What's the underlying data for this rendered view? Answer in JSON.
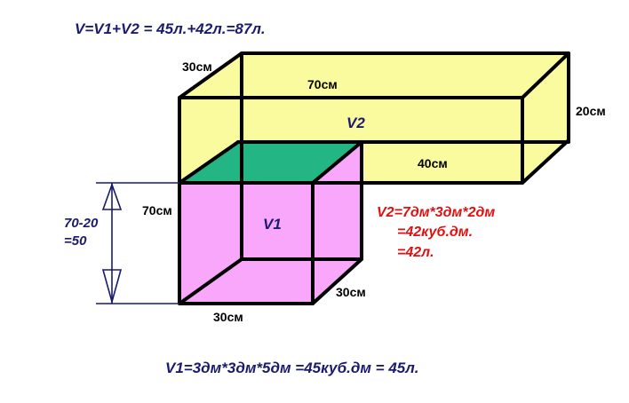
{
  "formulas": {
    "total": "V=V1+V2 = 45л.+42л.=87л.",
    "v1": "V1=3дм*3дм*5дм =45куб.дм = 45л.",
    "v2_line1": "V2=7дм*3дм*2дм",
    "v2_line2": "=42куб.дм.",
    "v2_line3": "=42л."
  },
  "labels": {
    "v1": "V1",
    "v2": "V2",
    "depth_top": "30см",
    "length_top": "70см",
    "height_right": "20см",
    "width_inner": "40см",
    "height_left": "70см",
    "width_bottom": "30см",
    "depth_bottom": "30см"
  },
  "side_annotation": {
    "line1": "70-20",
    "line2": "=50"
  },
  "colors": {
    "top_box": "#fafa9e",
    "water_surface": "#23b583",
    "bottom_box": "#f9a7fa",
    "formula_text": "#1a1a6e",
    "red_text": "#e01010",
    "edges": "#000000"
  }
}
